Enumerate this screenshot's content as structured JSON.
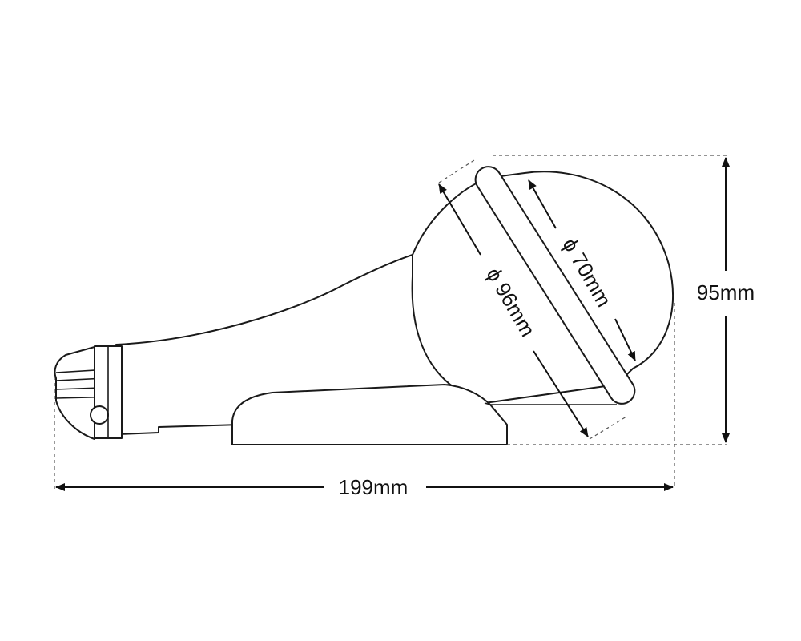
{
  "dimensions": {
    "length": "199mm",
    "height": "95mm",
    "outer_diameter": "ϕ 96mm",
    "inner_diameter": "ϕ 70mm"
  },
  "colors": {
    "line": "#1a1a1a",
    "extension_line": "#555555",
    "background": "#ffffff"
  }
}
